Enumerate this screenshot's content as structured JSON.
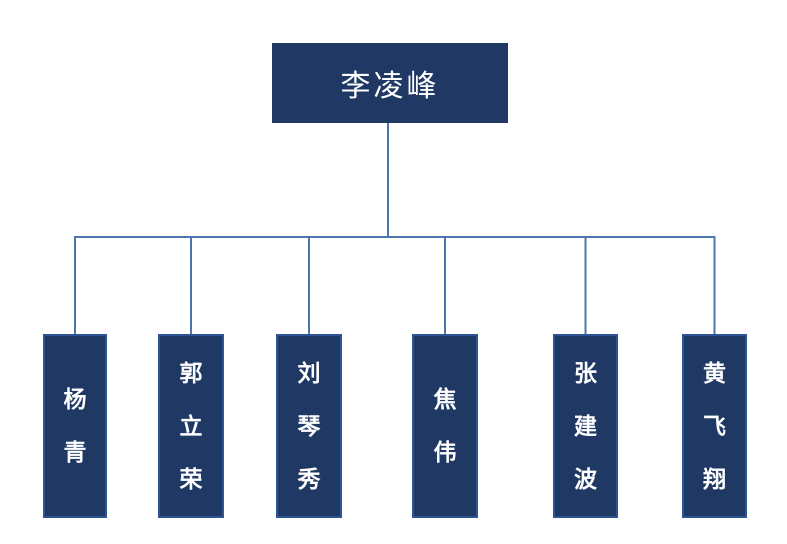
{
  "org_chart": {
    "type": "org-hierarchy",
    "root": {
      "label": "李凌峰"
    },
    "children": [
      {
        "label": "杨青"
      },
      {
        "label": "郭立荣"
      },
      {
        "label": "刘琴秀"
      },
      {
        "label": "焦伟"
      },
      {
        "label": "张建波"
      },
      {
        "label": "黄飞翔"
      }
    ],
    "colors": {
      "node_fill": "#1f3864",
      "node_border": "#2f5493",
      "connector": "#4e74ae",
      "node_text": "#ffffff",
      "background": "#ffffff"
    }
  }
}
